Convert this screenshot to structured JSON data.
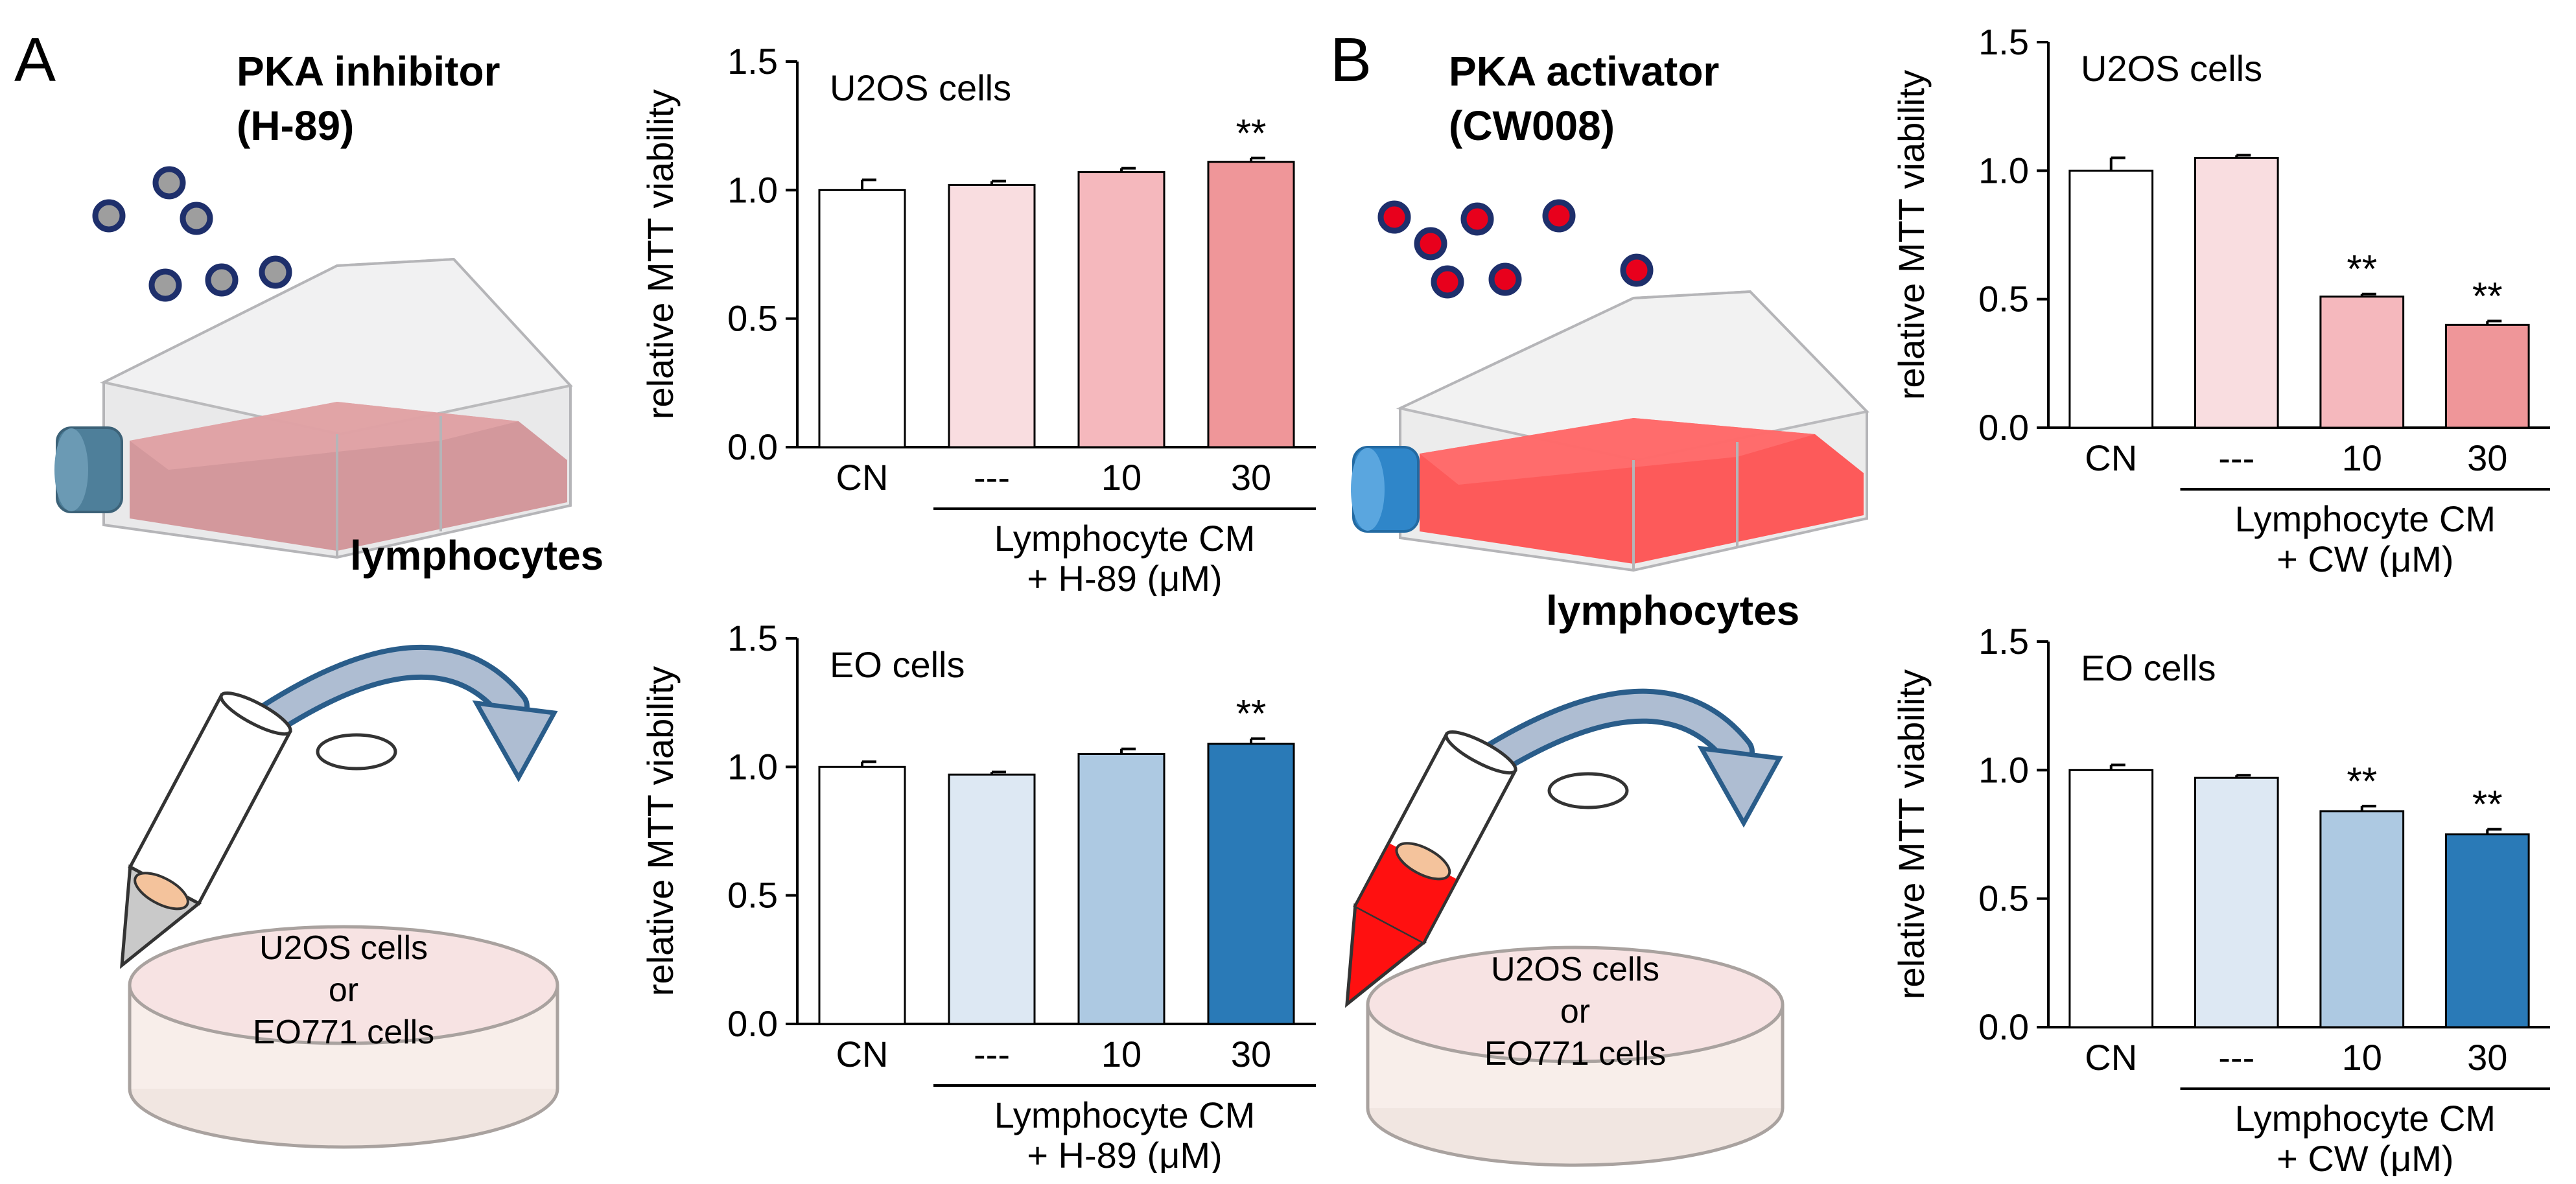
{
  "figure": {
    "panel_a": {
      "letter": "A",
      "title_line1": "PKA inhibitor",
      "title_line2": "(H-89)",
      "cells_label": "lymphocytes",
      "dish_line1": "U2OS cells",
      "dish_line2": "or",
      "dish_line3": "EO771 cells"
    },
    "panel_b": {
      "letter": "B",
      "title_line1": "PKA activator",
      "title_line2": "(CW008)",
      "cells_label": "lymphocytes",
      "dish_line1": "U2OS cells",
      "dish_line2": "or",
      "dish_line3": "EO771 cells"
    },
    "colors": {
      "pink_light": "#f9dde0",
      "pink_mid": "#f5b8bd",
      "pink_dark": "#ef9699",
      "blue_light": "#dde8f3",
      "blue_mid": "#adc9e2",
      "blue_dark": "#2a7ab7",
      "flask_a_fill": "#cf8a8e",
      "flask_b_fill": "#ff4a4a",
      "particle_grey": "#9e9e9e",
      "particle_red": "#e8001c",
      "particle_ring": "#1e2f6b"
    }
  },
  "chart_data": [
    {
      "id": "a-top",
      "type": "bar",
      "annotation": "U2OS cells",
      "ylabel": "relative MTT viability",
      "ylim": [
        0,
        1.5
      ],
      "yticks": [
        "0.0",
        "0.5",
        "1.0",
        "1.5"
      ],
      "categories": [
        "CN",
        "---",
        "10",
        "30"
      ],
      "values": [
        1.0,
        1.02,
        1.07,
        1.11
      ],
      "errors": [
        0.04,
        0.015,
        0.015,
        0.015
      ],
      "significance": [
        "",
        "",
        "",
        "**"
      ],
      "fills": [
        "#ffffff",
        "#f9dde0",
        "#f5b8bd",
        "#ef9699"
      ],
      "group_label_line1": "Lymphocyte  CM",
      "group_label_line2": "+ H-89 (μM)"
    },
    {
      "id": "a-bottom",
      "type": "bar",
      "annotation": "EO cells",
      "ylabel": "relative MTT viability",
      "ylim": [
        0,
        1.5
      ],
      "yticks": [
        "0.0",
        "0.5",
        "1.0",
        "1.5"
      ],
      "categories": [
        "CN",
        "---",
        "10",
        "30"
      ],
      "values": [
        1.0,
        0.97,
        1.05,
        1.09
      ],
      "errors": [
        0.02,
        0.01,
        0.02,
        0.02
      ],
      "significance": [
        "",
        "",
        "",
        "**"
      ],
      "fills": [
        "#ffffff",
        "#dde8f3",
        "#adc9e2",
        "#2a7ab7"
      ],
      "group_label_line1": "Lymphocyte  CM",
      "group_label_line2": "+ H-89 (μM)"
    },
    {
      "id": "b-top",
      "type": "bar",
      "annotation": "U2OS cells",
      "ylabel": "relative MTT viability",
      "ylim": [
        0,
        1.5
      ],
      "yticks": [
        "0.0",
        "0.5",
        "1.0",
        "1.5"
      ],
      "categories": [
        "CN",
        "---",
        "10",
        "30"
      ],
      "values": [
        1.0,
        1.05,
        0.51,
        0.4
      ],
      "errors": [
        0.05,
        0.01,
        0.01,
        0.015
      ],
      "significance": [
        "",
        "",
        "**",
        "**"
      ],
      "fills": [
        "#ffffff",
        "#f9dde0",
        "#f5b8bd",
        "#ef9699"
      ],
      "group_label_line1": "Lymphocyte  CM",
      "group_label_line2": "+ CW (μM)"
    },
    {
      "id": "b-bottom",
      "type": "bar",
      "annotation": "EO cells",
      "ylabel": "relative MTT viability",
      "ylim": [
        0,
        1.5
      ],
      "yticks": [
        "0.0",
        "0.5",
        "1.0",
        "1.5"
      ],
      "categories": [
        "CN",
        "---",
        "10",
        "30"
      ],
      "values": [
        1.0,
        0.97,
        0.84,
        0.75
      ],
      "errors": [
        0.02,
        0.01,
        0.02,
        0.02
      ],
      "significance": [
        "",
        "",
        "**",
        "**"
      ],
      "fills": [
        "#ffffff",
        "#dde8f3",
        "#adc9e2",
        "#2a7ab7"
      ],
      "group_label_line1": "Lymphocyte  CM",
      "group_label_line2": "+ CW (μM)"
    }
  ]
}
